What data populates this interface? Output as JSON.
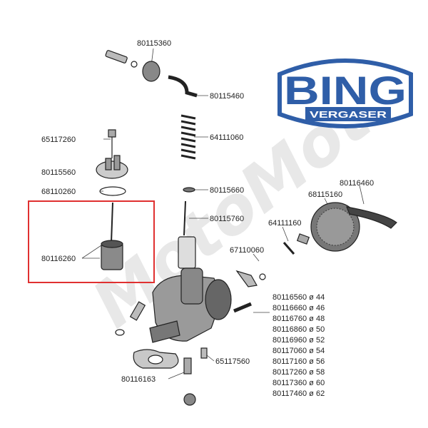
{
  "logo": {
    "brand": "BING",
    "sub": "VERGASER",
    "color": "#2f5ea8"
  },
  "watermark": {
    "text": "MotoMoto",
    "color": "#e6e6e6"
  },
  "highlight_color": "#e03030",
  "parts": {
    "p80115360": "80115360",
    "p80115460": "80115460",
    "p64111060": "64111060",
    "p65117260": "65117260",
    "p80115560": "80115560",
    "p68110260": "68110260",
    "p80115660": "80115660",
    "p80115760": "80115760",
    "p80116260": "80116260",
    "p80116460": "80116460",
    "p68115160": "68115160",
    "p64111160": "64111160",
    "p67110060": "67110060",
    "p65117560": "65117560",
    "p80116163": "80116163"
  },
  "jets": [
    "80116560 ø 44",
    "80116660 ø 46",
    "80116760 ø 48",
    "80116860 ø 50",
    "80116960 ø 52",
    "80117060 ø 54",
    "80117160 ø 56",
    "80117260 ø 58",
    "80117360 ø 60",
    "80117460 ø 62"
  ]
}
